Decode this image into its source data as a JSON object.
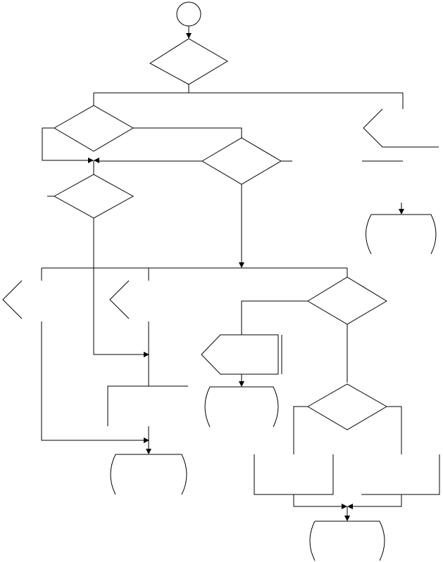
{
  "diagram": {
    "kind": "flowchart",
    "text_labels": [],
    "stroke_color": "#000000",
    "background_color": "#ffffff",
    "node_types": [
      "connector",
      "decision",
      "manual-input",
      "process",
      "terminator",
      "display",
      "annotation"
    ]
  }
}
